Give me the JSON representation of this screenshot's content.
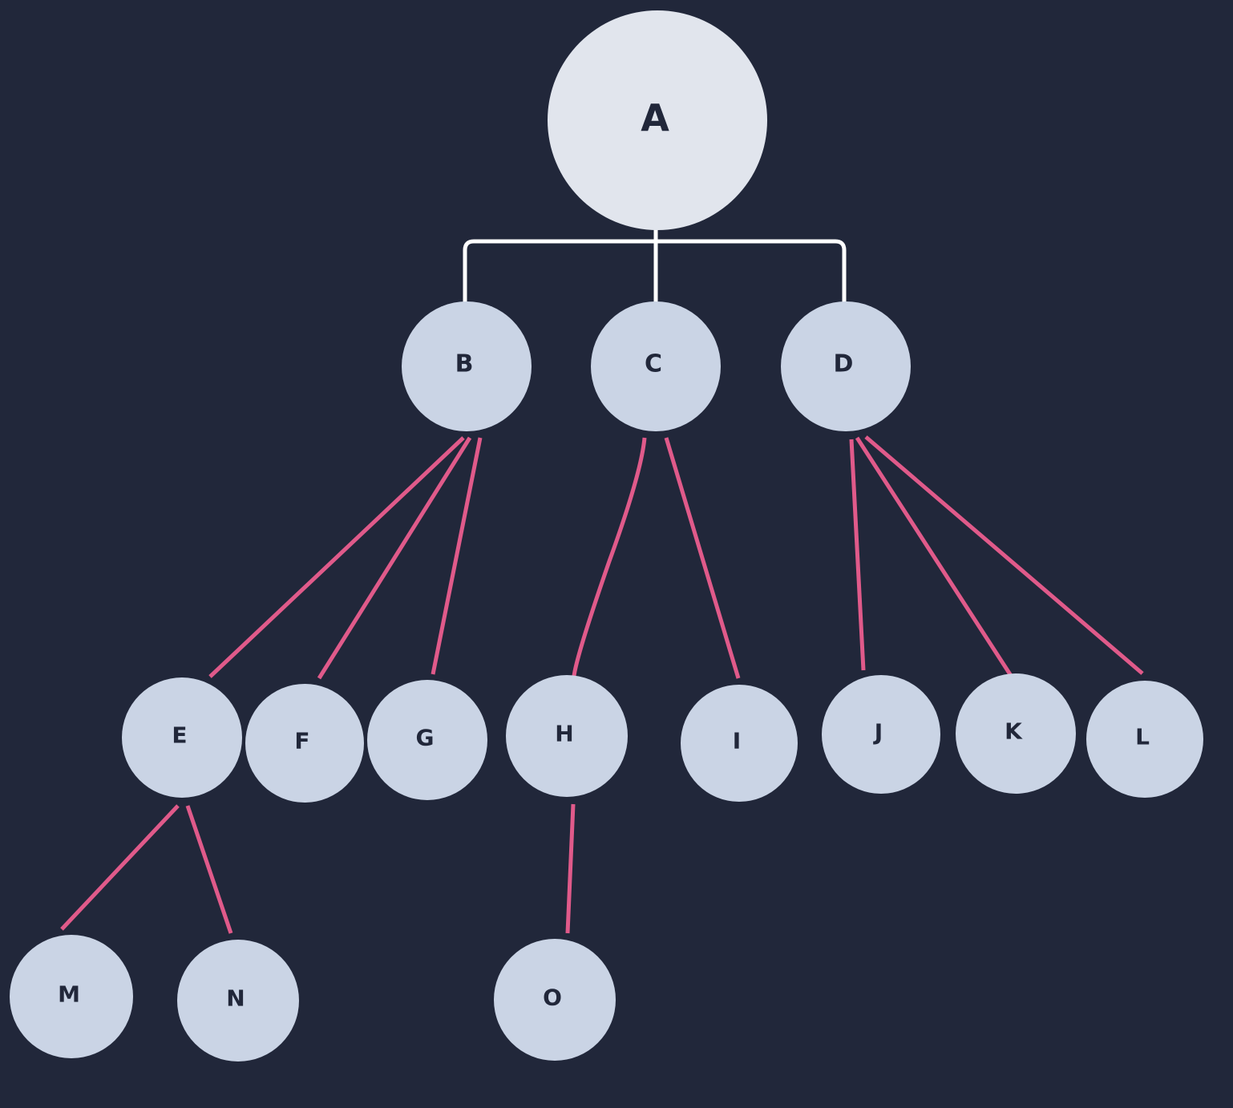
{
  "title": "Tree diagram",
  "colors": {
    "background": "#21273a",
    "root_fill": "#e1e5ed",
    "node_fill": "#cad4e5",
    "label": "#21273a",
    "root_connector": "#ffffff",
    "edge": "#e05a8a"
  },
  "nodes": [
    {
      "id": "A",
      "label": "A"
    },
    {
      "id": "B",
      "label": "B"
    },
    {
      "id": "C",
      "label": "C"
    },
    {
      "id": "D",
      "label": "D"
    },
    {
      "id": "E",
      "label": "E"
    },
    {
      "id": "F",
      "label": "F"
    },
    {
      "id": "G",
      "label": "G"
    },
    {
      "id": "H",
      "label": "H"
    },
    {
      "id": "I",
      "label": "I"
    },
    {
      "id": "J",
      "label": "J"
    },
    {
      "id": "K",
      "label": "K"
    },
    {
      "id": "L",
      "label": "L"
    },
    {
      "id": "M",
      "label": "M"
    },
    {
      "id": "N",
      "label": "N"
    },
    {
      "id": "O",
      "label": "O"
    }
  ],
  "edges": [
    {
      "from": "A",
      "to": "B",
      "style": "bracket"
    },
    {
      "from": "A",
      "to": "C",
      "style": "bracket"
    },
    {
      "from": "A",
      "to": "D",
      "style": "bracket"
    },
    {
      "from": "B",
      "to": "E"
    },
    {
      "from": "B",
      "to": "F"
    },
    {
      "from": "B",
      "to": "G"
    },
    {
      "from": "C",
      "to": "H"
    },
    {
      "from": "C",
      "to": "I"
    },
    {
      "from": "D",
      "to": "J"
    },
    {
      "from": "D",
      "to": "K"
    },
    {
      "from": "D",
      "to": "L"
    },
    {
      "from": "E",
      "to": "M"
    },
    {
      "from": "E",
      "to": "N"
    },
    {
      "from": "H",
      "to": "O"
    }
  ]
}
